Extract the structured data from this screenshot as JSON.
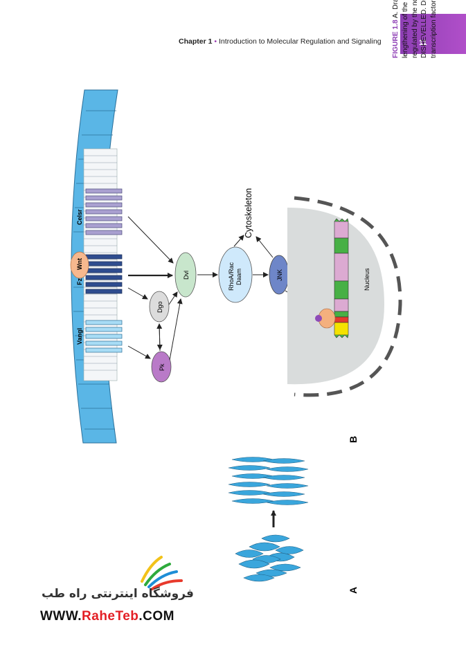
{
  "header": {
    "chapter": "Chapter 1",
    "separator": "•",
    "title": "Introduction to Molecular Regulation and Signaling",
    "page": "11"
  },
  "figure": {
    "panel_a": "A",
    "panel_b": "B",
    "labels": {
      "vangl": "Vangl",
      "fz": "Fz",
      "wnt": "Wnt",
      "celsr": "Celsr",
      "pk": "Pk",
      "dgo": "Dgo",
      "dvl": "Dvl",
      "rho_line1": "RhoA/Rac",
      "rho_line2": "Daam",
      "jnk": "JNK",
      "cytoskeleton": "Cytoskeleton",
      "nucleus": "Nucleus"
    },
    "colors": {
      "membrane": "#5ab6e6",
      "vangl": "#a8dcf5",
      "fz": "#2f4d8f",
      "celsr": "#a9a0d0",
      "wnt": "#f6b88e",
      "pk": "#b97ac8",
      "dgo": "#dcdcdc",
      "dvl": "#c8e6cc",
      "rho": "#cfe9fb",
      "jnk": "#6e86c8",
      "nucleus": "#d9dcdc",
      "dna_pink": "#dcaad2",
      "dna_green": "#47b045",
      "dna_red": "#e33a2d",
      "dna_yellow": "#f5e200",
      "factor_orange": "#f4b07e",
      "factor_purple": "#8e4bb8",
      "cell_a": "#3aa6dc"
    }
  },
  "caption": {
    "label": "FIGURE 1.8",
    "text": "A. Drawing illustrating the process of convergent extension whereby cells intercalate with their neighbors to increase the long axis of a tissue, such as occurs during lengthening of the neural tube during neurulation. Convergent extension is dependent on the PCP pathway (the reorganization of cells and cell sheets in the plane of a tissue) that is regulated by the noncanonical WNT signaling pathway (B). Wnt binds to its receptor Frizzled, which, together with two other transmembrane proteins Celsr and Vangl, activate DISHEVELLED. Dishevelled then acts through Rho and Rac kinases to upregulate c-Jun N-terminal kinases (JNK) that control cytoskeletal changes and downstream effectors, including transcription factors."
  },
  "watermark": {
    "text_fa": "فروشگاه اینترنتی راه طب",
    "url_prefix": "WWW.",
    "url_brand": "RaheTeb",
    "url_suffix": ".COM"
  }
}
